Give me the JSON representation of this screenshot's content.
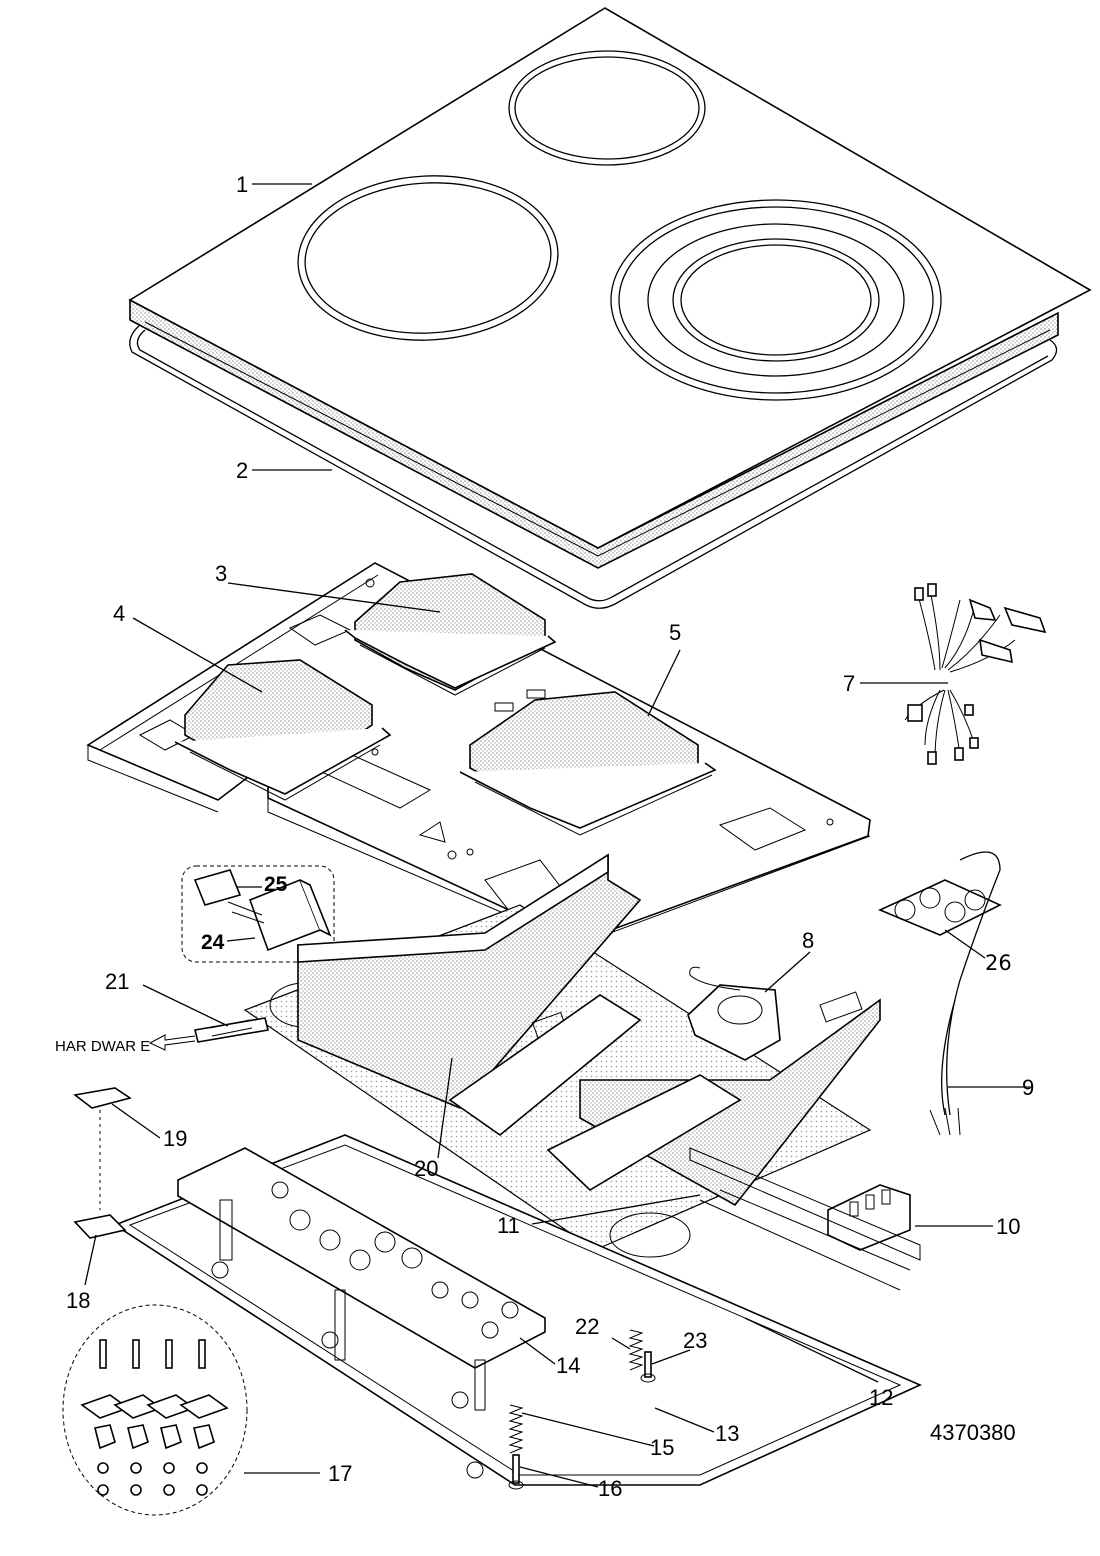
{
  "diagram": {
    "doc_number": "4370380",
    "hardware_label": "HAR DWAR E",
    "parts": [
      {
        "id": "1"
      },
      {
        "id": "2"
      },
      {
        "id": "3"
      },
      {
        "id": "4"
      },
      {
        "id": "5"
      },
      {
        "id": "7"
      },
      {
        "id": "8"
      },
      {
        "id": "9"
      },
      {
        "id": "10"
      },
      {
        "id": "11"
      },
      {
        "id": "12"
      },
      {
        "id": "13"
      },
      {
        "id": "14"
      },
      {
        "id": "15"
      },
      {
        "id": "16"
      },
      {
        "id": "17"
      },
      {
        "id": "18"
      },
      {
        "id": "19"
      },
      {
        "id": "20"
      },
      {
        "id": "21"
      },
      {
        "id": "22"
      },
      {
        "id": "23"
      },
      {
        "id": "24"
      },
      {
        "id": "25"
      },
      {
        "id": "26"
      }
    ]
  }
}
